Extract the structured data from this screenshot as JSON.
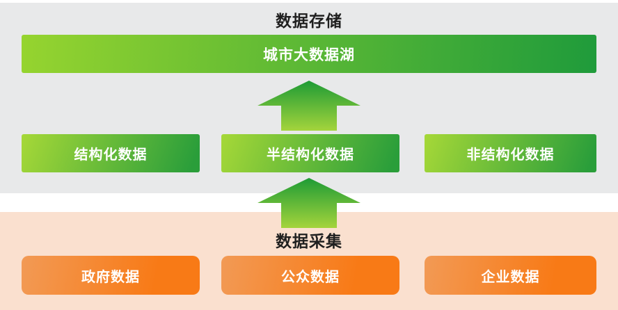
{
  "storage_section": {
    "title": "数据存储",
    "lake_bar": {
      "label": "城市大数据湖"
    },
    "bars": [
      {
        "label": "结构化数据"
      },
      {
        "label": "半结构化数据"
      },
      {
        "label": "非结构化数据"
      }
    ]
  },
  "collection_section": {
    "title": "数据采集",
    "bars": [
      {
        "label": "政府数据"
      },
      {
        "label": "公众数据"
      },
      {
        "label": "企业数据"
      }
    ]
  },
  "icons": {
    "flow_arrows": "up-arrow-icon"
  },
  "colors": {
    "gray_bg": "#E8E9EA",
    "peach_bg": "#FAE0CF",
    "green_light": "#96D42F",
    "green_dark": "#1F9B3B",
    "bar_green_light": "#A6D838",
    "bar_green_dark": "#2A9E3A",
    "arrow_top": "#1E9B35",
    "arrow_bottom": "#A4D43C",
    "orange_light": "#F29A55",
    "orange_dark": "#F87A16",
    "title_text": "#1F1F1F",
    "bar_text": "#FFFFFF"
  }
}
